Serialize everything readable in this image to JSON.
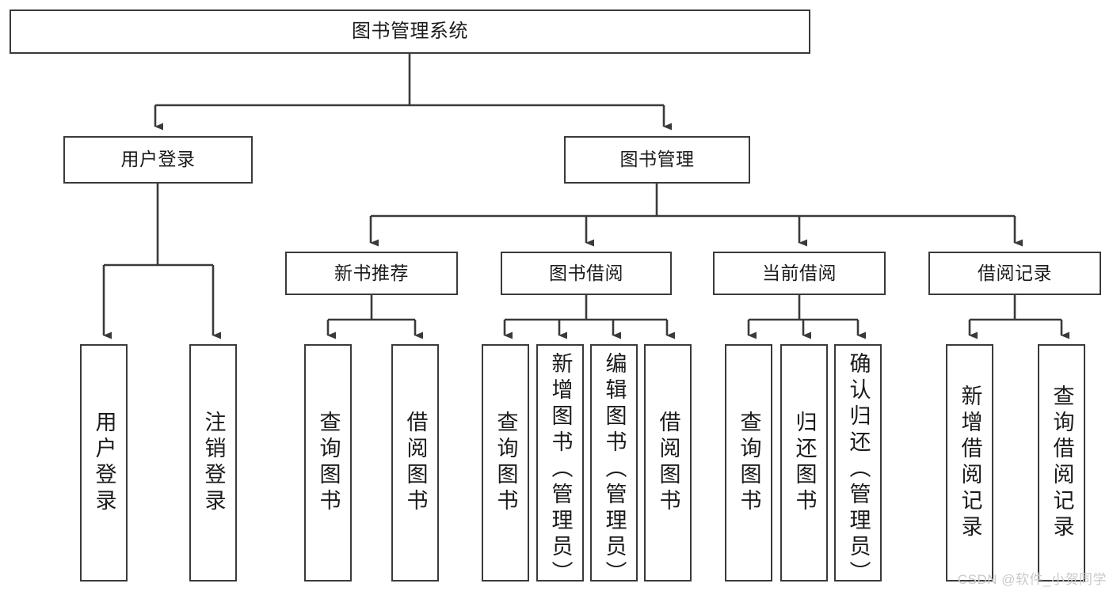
{
  "diagram": {
    "title": "图书管理系统",
    "type": "tree",
    "root": {
      "id": "root",
      "label": "图书管理系统"
    },
    "level2": [
      {
        "id": "user-login",
        "label": "用户登录"
      },
      {
        "id": "book-manage",
        "label": "图书管理"
      }
    ],
    "level3": [
      {
        "id": "new-book-rec",
        "label": "新书推荐"
      },
      {
        "id": "book-borrow",
        "label": "图书借阅"
      },
      {
        "id": "current-borrow",
        "label": "当前借阅"
      },
      {
        "id": "borrow-record",
        "label": "借阅记录"
      }
    ],
    "leaves": {
      "user_login": [
        {
          "id": "leaf-user-login",
          "label": "用户登录"
        },
        {
          "id": "leaf-logout",
          "label": "注销登录"
        }
      ],
      "new_book_rec": [
        {
          "id": "leaf-query-book-1",
          "label": "查询图书"
        },
        {
          "id": "leaf-borrow-book-1",
          "label": "借阅图书"
        }
      ],
      "book_borrow": [
        {
          "id": "leaf-query-book-2",
          "label": "查询图书"
        },
        {
          "id": "leaf-add-book",
          "label": "新增图书（管理员）"
        },
        {
          "id": "leaf-edit-book",
          "label": "编辑图书（管理员）"
        },
        {
          "id": "leaf-borrow-book-2",
          "label": "借阅图书"
        }
      ],
      "current_borrow": [
        {
          "id": "leaf-query-book-3",
          "label": "查询图书"
        },
        {
          "id": "leaf-return-book",
          "label": "归还图书"
        },
        {
          "id": "leaf-confirm-return",
          "label": "确认归还（管理员）"
        }
      ],
      "borrow_record": [
        {
          "id": "leaf-add-record",
          "label": "新增借阅记录"
        },
        {
          "id": "leaf-query-record",
          "label": "查询借阅记录"
        }
      ]
    }
  },
  "watermark": {
    "text": "CSDN @软件_小贺同学"
  },
  "colors": {
    "stroke": "#3a3a3a",
    "fill": "#ffffff",
    "text": "#1b1b1b",
    "watermark": "#c9c9c9"
  }
}
